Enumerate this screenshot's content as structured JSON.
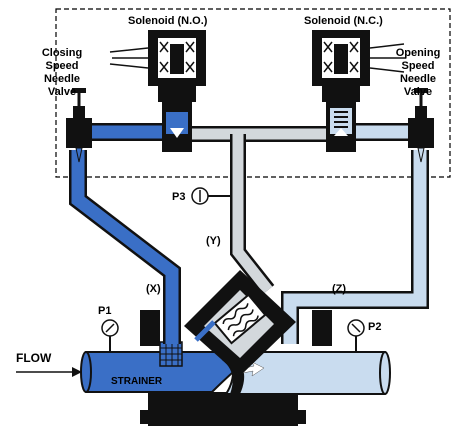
{
  "labels": {
    "solenoid_no": "Solenoid (N.O.)",
    "solenoid_nc": "Solenoid (N.C.)",
    "closing_valve": [
      "Closing",
      "Speed",
      "Needle",
      "Valve"
    ],
    "opening_valve": [
      "Opening",
      "Speed",
      "Needle",
      "Valve"
    ],
    "p1": "P1",
    "p2": "P2",
    "p3": "P3",
    "x_line": "(X)",
    "y_line": "(Y)",
    "z_line": "(Z)",
    "flow": "FLOW",
    "strainer": "STRAINER"
  },
  "colors": {
    "upstream_blue": "#3a6fc6",
    "downstream_light": "#c9dcef",
    "control_gray": "#d3d8dc",
    "body_black": "#111111"
  }
}
